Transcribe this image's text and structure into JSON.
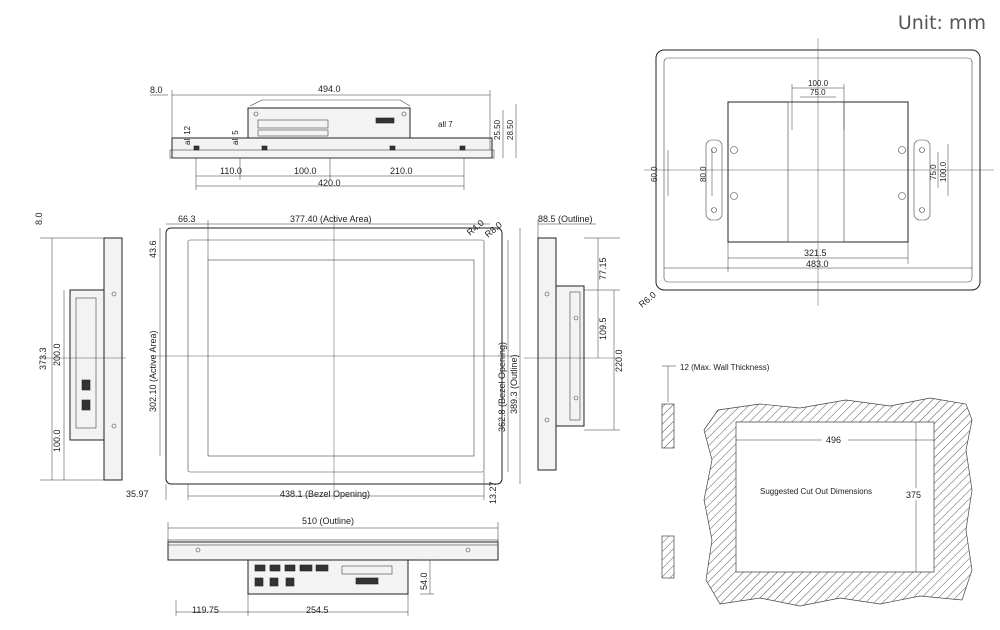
{
  "unit_label": "Unit: mm",
  "top_view": {
    "dim_8_0": "8.0",
    "dim_494_0": "494.0",
    "dim_all12": "all 12",
    "dim_all5": "all 5",
    "dim_all7": "all 7",
    "dim_25_50": "25.50",
    "dim_28_50": "28.50",
    "dim_110_0": "110.0",
    "dim_100_0": "100.0",
    "dim_210_0": "210.0",
    "dim_420_0": "420.0"
  },
  "front_view": {
    "dim_66_3": "66.3",
    "active_w": "377.40 (Active Area)",
    "r4": "R4.0",
    "r8": "R8.0",
    "dim_43_6": "43.6",
    "active_h": "302.10 (Active Area)",
    "bezel_h": "362.8 (Bezel Opening)",
    "outline_h": "389.3 (Outline)",
    "dim_35_97": "35.97",
    "bezel_w": "438.1 (Bezel Opening)",
    "dim_13_27": "13.27"
  },
  "left_view": {
    "dim_8_0": "8.0",
    "dim_373_3": "373.3",
    "dim_200_0": "200.0",
    "dim_100_0": "100.0"
  },
  "right_view": {
    "outline_depth": "88.5 (Outline)",
    "dim_77_15": "77.15",
    "dim_109_5": "109.5",
    "dim_220_0": "220.0"
  },
  "bottom_view": {
    "outline_w": "510 (Outline)",
    "dim_54_0": "54.0",
    "dim_119_75": "119.75",
    "dim_254_5": "254.5"
  },
  "rear_view": {
    "dim_100_0": "100.0",
    "dim_75_0": "75.0",
    "dim_60_0": "60.0",
    "dim_80_0": "80.0",
    "dim_75_0_v": "75.0",
    "dim_100_0_v": "100.0",
    "dim_321_5": "321.5",
    "dim_483_0": "483.0",
    "r6": "R6.0"
  },
  "cutout": {
    "wall_label": "12 (Max. Wall Thickness)",
    "width": "496",
    "height": "375",
    "caption": "Suggested Cut Out Dimensions"
  }
}
